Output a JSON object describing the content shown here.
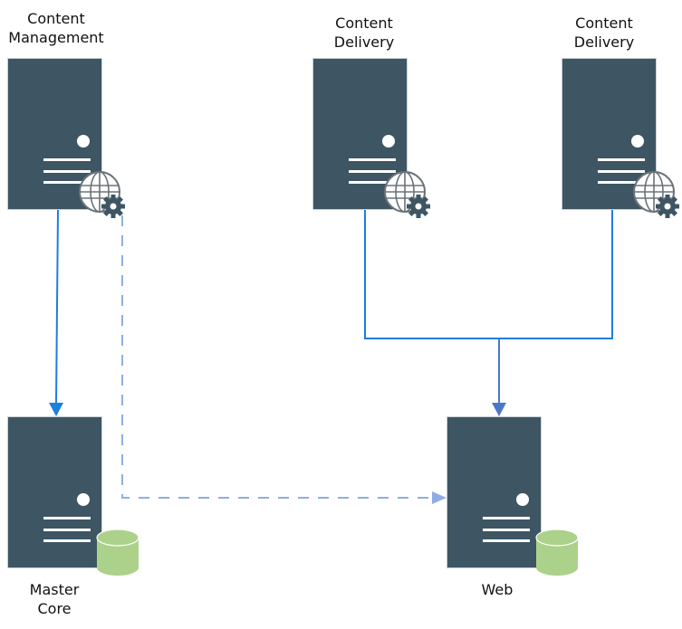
{
  "diagram": {
    "nodes": {
      "content_management": {
        "label": "Content\nManagement",
        "type": "server",
        "badge": "globe-gear"
      },
      "content_delivery_1": {
        "label": "Content\nDelivery",
        "type": "server",
        "badge": "globe-gear"
      },
      "content_delivery_2": {
        "label": "Content\nDelivery",
        "type": "server",
        "badge": "globe-gear"
      },
      "master_core": {
        "label": "Master\nCore",
        "type": "server",
        "badge": "database"
      },
      "web": {
        "label": "Web",
        "type": "server",
        "badge": "database"
      }
    },
    "edges": [
      {
        "from": "content_management",
        "to": "master_core",
        "style": "solid"
      },
      {
        "from": "content_management",
        "to": "web",
        "style": "dashed"
      },
      {
        "from": "content_delivery_1",
        "to": "web",
        "style": "solid"
      },
      {
        "from": "content_delivery_2",
        "to": "web",
        "style": "solid"
      }
    ],
    "colors": {
      "server": "#3e5563",
      "server_border": "#c9d1d6",
      "database": "#acd18a",
      "solid_edge": "#1b7fdc",
      "merged_edge": "#4a78c8",
      "dashed_edge": "#8eaee3",
      "icon_stroke": "#6b7378"
    }
  }
}
